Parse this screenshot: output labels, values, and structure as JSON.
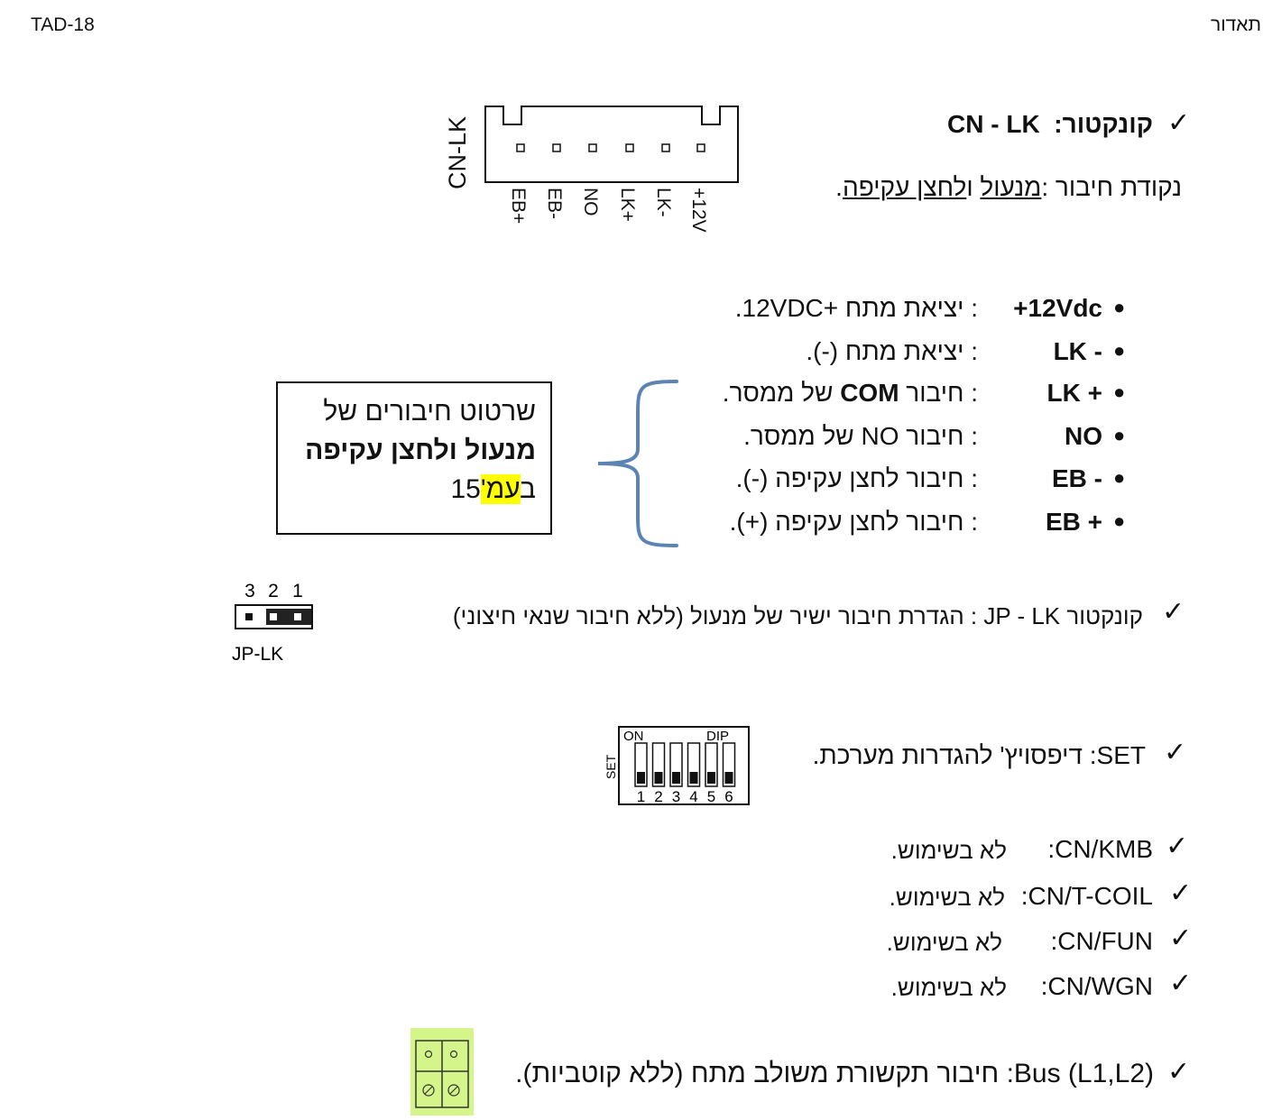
{
  "header": {
    "left": "TAD-18",
    "right": "תאדור"
  },
  "cnlk": {
    "title_prefix": "קונקטור:",
    "title_code": "CN - LK",
    "subtitle_prefix": "נקודת חיבור :",
    "subtitle_link1": "מנעול",
    "subtitle_mid": " ו",
    "subtitle_link2": "לחצן עקיפה",
    "subtitle_end": ".",
    "diagram_label": "CN-LK",
    "pins": [
      "EB+",
      "EB-",
      "NO",
      "LK+",
      "LK-",
      "+12V"
    ]
  },
  "pinlist": [
    {
      "name": "+12Vdc",
      "desc": ": יציאת מתח +12VDC."
    },
    {
      "name": "LK -",
      "desc": ": יציאת מתח (-)."
    },
    {
      "name": "LK +",
      "desc_pre": ": חיבור ",
      "desc_bold": "COM",
      "desc_post": " של  ממסר."
    },
    {
      "name": "NO",
      "desc": ": חיבור NO של ממסר."
    },
    {
      "name": "EB -",
      "desc": ": חיבור לחצן עקיפה (-)."
    },
    {
      "name": "EB +",
      "desc": ": חיבור לחצן עקיפה (+)."
    }
  ],
  "note_box": {
    "line1": "שרטוט חיבורים של",
    "line2": "מנעול ולחצן עקיפה",
    "line3_pre": "ב",
    "line3_hl": "עמ'",
    "line3_num": "15"
  },
  "jplk": {
    "label": "קונקטור ",
    "code": "JP - LK",
    "desc": " : הגדרת חיבור ישיר של מנעול (ללא חיבור שנאי חיצוני)",
    "diagram_numbers": [
      "3",
      "2",
      "1"
    ],
    "diagram_label": "JP-LK"
  },
  "set": {
    "code": "SET",
    "desc": ": דיפסויץ' להגדרות מערכת.",
    "diagram_on": "ON",
    "diagram_dip": "DIP",
    "diagram_set": "SET",
    "switch_numbers": [
      "1",
      "2",
      "3",
      "4",
      "5",
      "6"
    ]
  },
  "unused": [
    {
      "code": "CN/KMB",
      "desc": "לא בשימוש."
    },
    {
      "code": "CN/T-COIL",
      "desc": "לא בשימוש."
    },
    {
      "code": "CN/FUN",
      "desc": "לא בשימוש."
    },
    {
      "code": "CN/WGN",
      "desc": "לא בשימוש."
    }
  ],
  "bus": {
    "code": "Bus (L1,L2)",
    "desc": ": חיבור תקשורת משולב מתח (ללא קוטביות)."
  },
  "colors": {
    "brace": "#5b84b5",
    "highlight": "#ffff00",
    "terminal_bg": "#d4f58a"
  }
}
